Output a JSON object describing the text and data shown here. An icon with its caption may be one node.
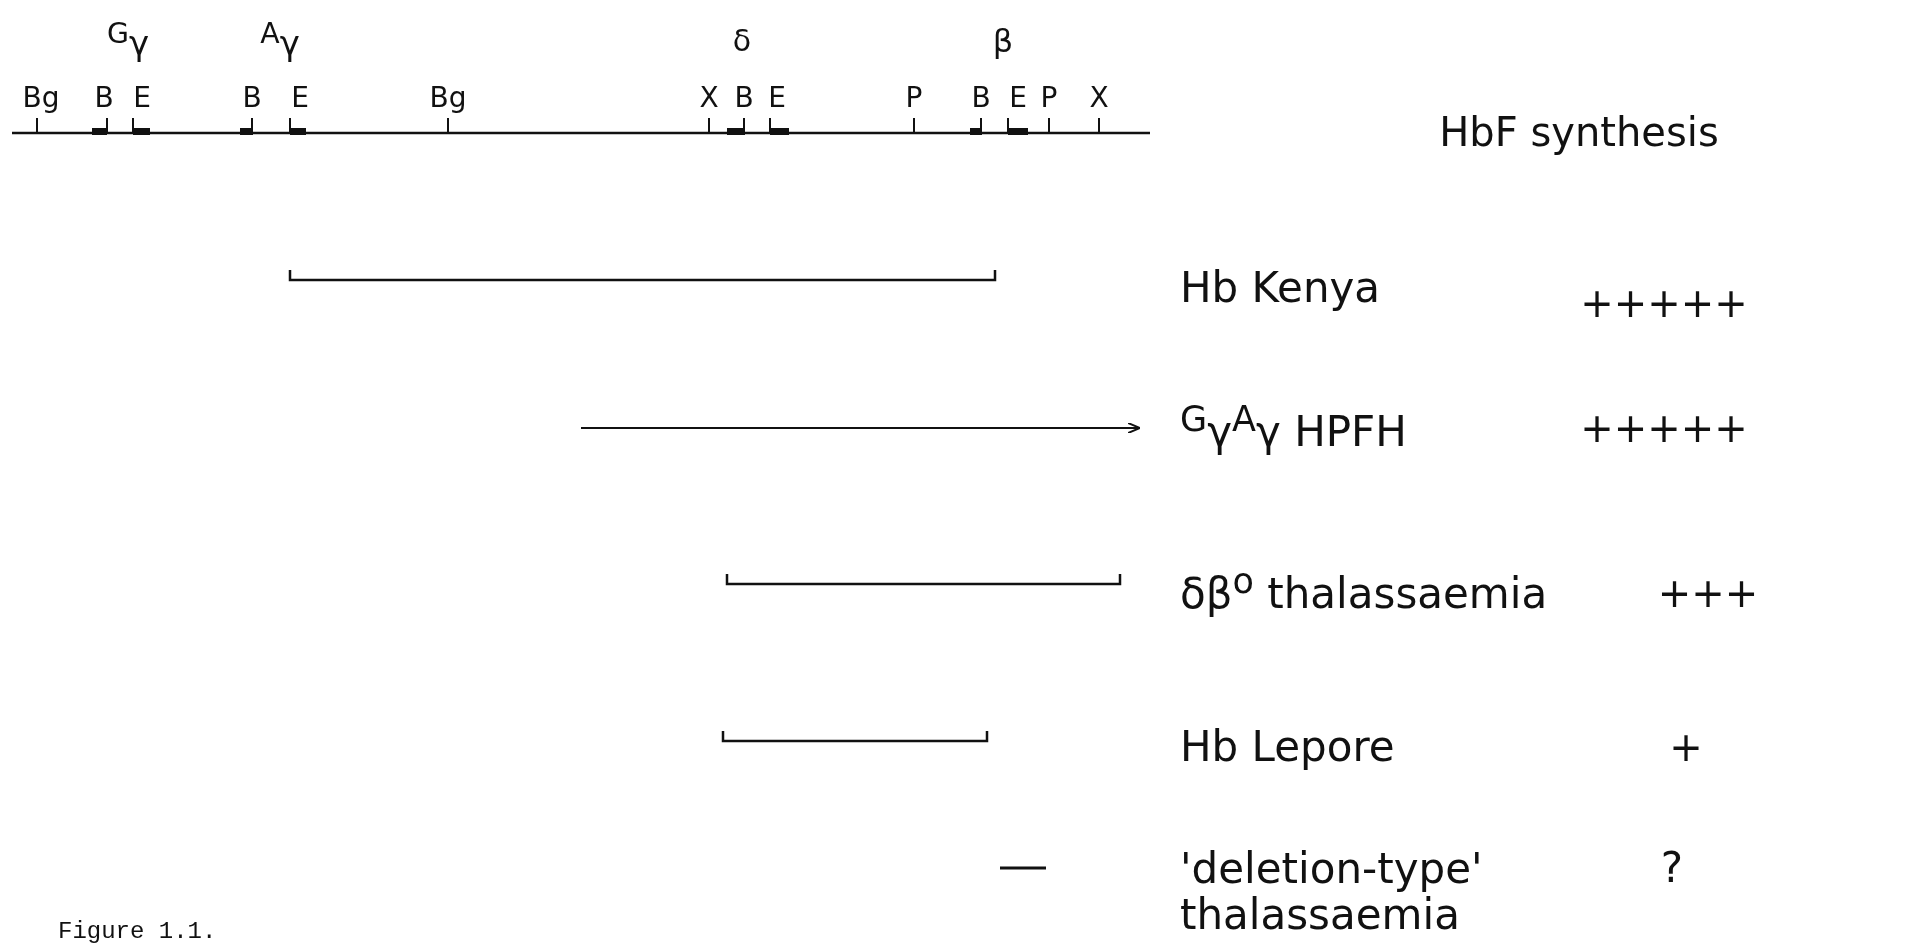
{
  "diagram": {
    "caption": "Figure 1.1.",
    "labels": [
      "$^{G}$γ",
      "$^{A}$γ",
      "δ",
      "β",
      "Bg",
      "B",
      "E",
      "B",
      "E",
      "Bg",
      "X",
      "B",
      "E",
      "P",
      "B",
      "E",
      "P",
      "X",
      "HbF synthesis",
      "Hb Kenya",
      "+++++",
      "$^{G}$γ$^{A}$γ HPFH",
      "+++++",
      "δβ$^{o}$ thalassaemia",
      "+++",
      "Hb Lepore",
      "+",
      "'deletion-type' thalassaemia",
      "?"
    ]
  }
}
